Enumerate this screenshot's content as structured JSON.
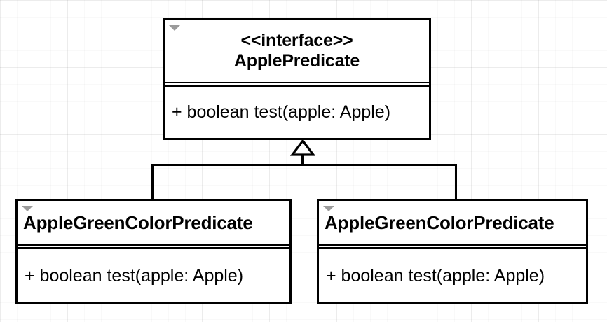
{
  "diagram": {
    "type": "uml-class-diagram",
    "title": "",
    "background": "#ffffff",
    "grid_color": "#f0f0f0",
    "stroke_color": "#000000",
    "collapse_icon_color": "#9b9b9b",
    "relationship": "generalization"
  },
  "interface": {
    "stereotype": "<<interface>>",
    "name": "ApplePredicate",
    "collapse_icon": "triangle-down-icon",
    "methods": [
      "+ boolean test(apple: Apple)"
    ]
  },
  "subclasses": [
    {
      "name": "AppleGreenColorPredicate",
      "collapse_icon": "triangle-down-icon",
      "methods": [
        "+ boolean test(apple: Apple)"
      ]
    },
    {
      "name": "AppleGreenColorPredicate",
      "collapse_icon": "triangle-down-icon",
      "methods": [
        "+ boolean test(apple: Apple)"
      ]
    }
  ],
  "connector": {
    "arrowhead": "hollow-triangle",
    "style": "solid"
  }
}
